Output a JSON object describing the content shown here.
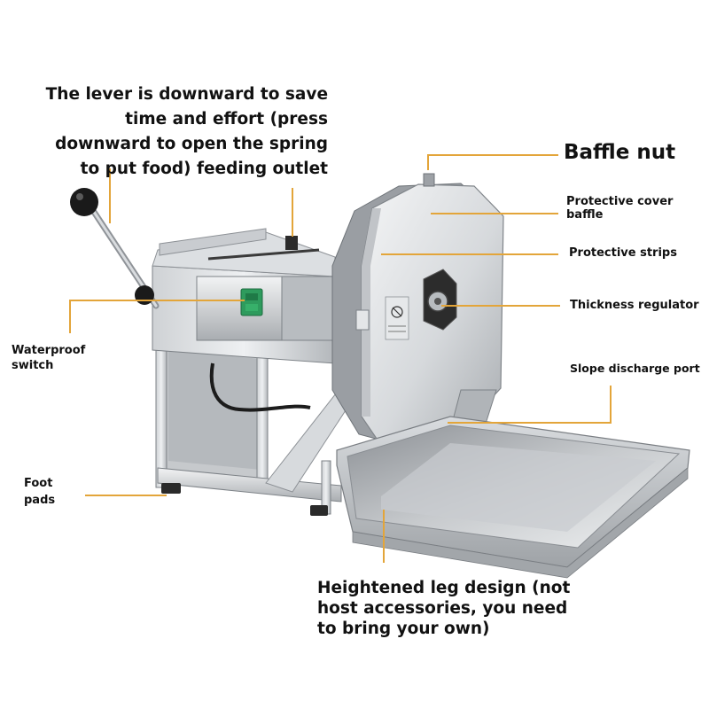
{
  "colors": {
    "callout": "#e3a53a",
    "steel_light": "#e6e8ea",
    "steel_mid": "#b9bdc1",
    "steel_dark": "#7d8287",
    "switch_green": "#2e9b5d",
    "knob": "#1a1a1a"
  },
  "labels": {
    "lever": [
      "The lever is downward to save",
      "time and effort (press",
      "downward to open the spring",
      "to put food) feeding outlet"
    ],
    "baffle_nut": "Baffle nut",
    "protective_cover": [
      "Protective cover",
      "baffle"
    ],
    "protective_strips": "Protective strips",
    "thickness_regulator": "Thickness regulator",
    "waterproof_switch": [
      "Waterproof",
      "switch"
    ],
    "slope_discharge": "Slope discharge port",
    "foot_pads": [
      "Foot",
      "pads"
    ],
    "heightened_leg": [
      "Heightened leg design (not",
      "host accessories, you need",
      "to bring your own)"
    ]
  },
  "icons": [
    "ball-knob-icon",
    "power-switch-icon",
    "warning-label-icon",
    "regulator-knob-icon"
  ]
}
